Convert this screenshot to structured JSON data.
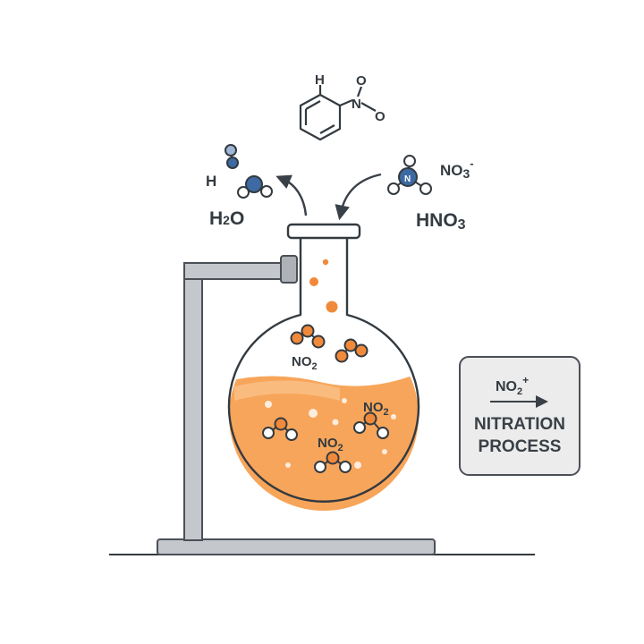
{
  "labels": {
    "benzene_h": "H",
    "benzene_n": "N",
    "benzene_o_top": "O",
    "benzene_o_right": "O",
    "h_atom": "H",
    "h2o_main": "H",
    "h2o_sub": "2",
    "h2o_tail": "O",
    "nitrate_n": "N",
    "nitrate_main": "NO",
    "nitrate_sub": "3",
    "nitrate_charge": "-",
    "hno3_main": "HNO",
    "hno3_sub": "3",
    "flask_no2_a_main": "NO",
    "flask_no2_a_sub": "2",
    "flask_no2_b_main": "NO",
    "flask_no2_b_sub": "2",
    "flask_no2_c_main": "NO",
    "flask_no2_c_sub": "2"
  },
  "panel": {
    "ion_main": "NO",
    "ion_sub": "2",
    "ion_charge": "+",
    "line1": "NITRATION",
    "line2": "PROCESS"
  },
  "colors": {
    "ink": "#333a40",
    "orange": "#f08a3a",
    "liquid": "#f7a55a",
    "stand_gray": "#b9bcc0",
    "blue": "#3d6aa3",
    "panel_bg": "#ececec"
  }
}
